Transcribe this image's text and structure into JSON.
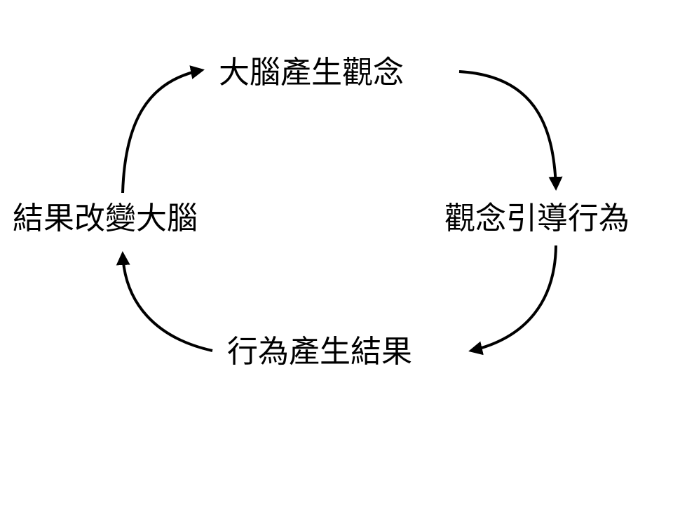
{
  "diagram": {
    "nodes": {
      "top": "大腦產生觀念",
      "right": "觀念引導行為",
      "bottom": "行為產生結果",
      "left": "結果改變大腦"
    },
    "edges": [
      {
        "from": "top",
        "to": "right"
      },
      {
        "from": "right",
        "to": "bottom"
      },
      {
        "from": "bottom",
        "to": "left"
      },
      {
        "from": "left",
        "to": "top"
      }
    ],
    "colors": {
      "text": "#000000",
      "arrow": "#000000",
      "background": "#ffffff"
    }
  }
}
